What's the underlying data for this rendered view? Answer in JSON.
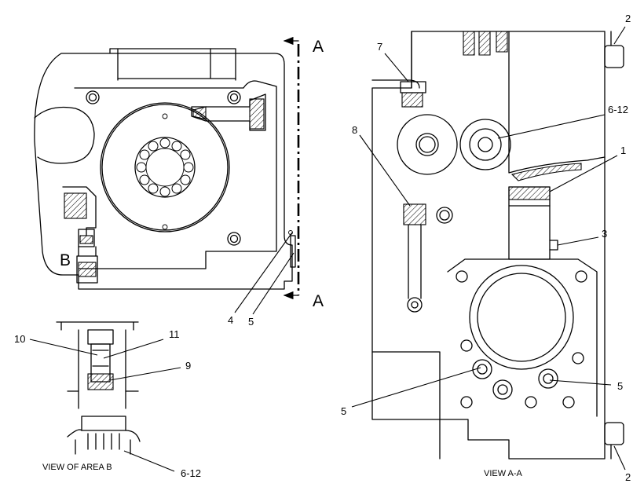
{
  "callouts": {
    "c1": "1",
    "c2_top": "2",
    "c2_bottom": "2",
    "c3": "3",
    "c4": "4",
    "c5_left": "5",
    "c5_viewa_left": "5",
    "c5_viewa_right": "5",
    "c6_12_top": "6-12",
    "c6_12_bottom": "6-12",
    "c7": "7",
    "c8": "8",
    "c9": "9",
    "c10": "10",
    "c11": "11"
  },
  "section_marks": {
    "a_top": "A",
    "a_bottom": "A",
    "b": "B"
  },
  "captions": {
    "view_area_b": "VIEW OF AREA B",
    "view_a_a": "VIEW A-A"
  }
}
